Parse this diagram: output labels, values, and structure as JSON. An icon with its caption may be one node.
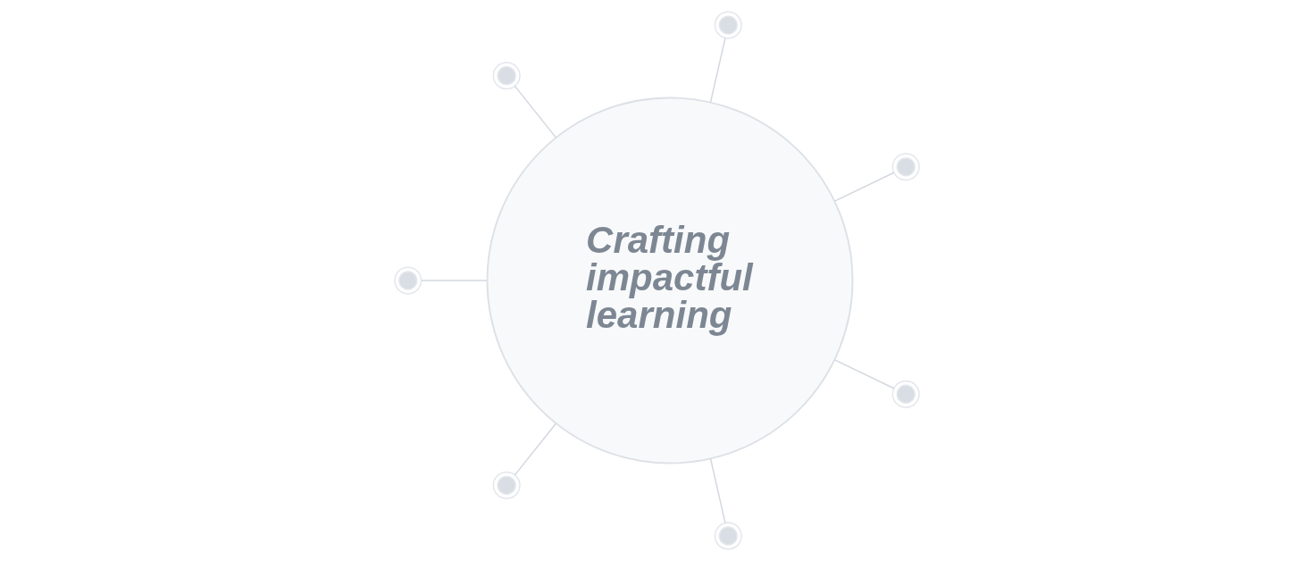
{
  "diagram": {
    "nodes": [
      {
        "text": [
          "Crafting impactful learning"
        ]
      },
      {
        "text": [],
        "shape": "circle"
      },
      {
        "text": [],
        "shape": "circle"
      },
      {
        "text": [],
        "shape": "circle"
      },
      {
        "text": [],
        "shape": "circle"
      },
      {
        "text": [],
        "shape": "circle"
      },
      {
        "text": [],
        "shape": "circle"
      },
      {
        "text": [],
        "shape": "circle"
      }
    ],
    "edges": [
      {
        "from": 0,
        "to": 1,
        "arrow": "none"
      },
      {
        "from": 0,
        "to": 2,
        "arrow": "none"
      },
      {
        "from": 0,
        "to": 3,
        "arrow": "none"
      },
      {
        "from": 0,
        "to": 4,
        "arrow": "none"
      },
      {
        "from": 0,
        "to": 5,
        "arrow": "none"
      },
      {
        "from": 0,
        "to": 6,
        "arrow": "none"
      },
      {
        "from": 0,
        "to": 7,
        "arrow": "none"
      }
    ]
  }
}
